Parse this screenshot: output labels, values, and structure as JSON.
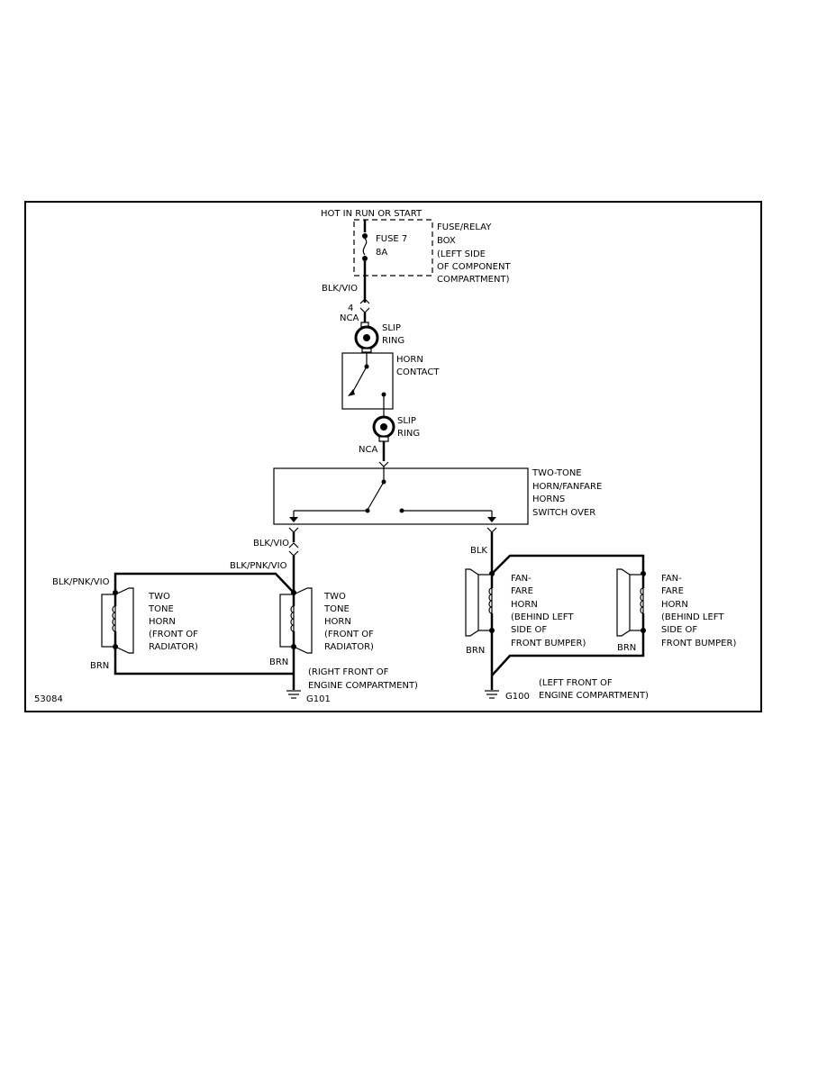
{
  "header": {
    "hot_label": "HOT IN RUN OR START",
    "figure_id": "53084"
  },
  "fuse": {
    "label1": "FUSE 7",
    "label2": "8A",
    "box_lines": [
      "FUSE/RELAY",
      "BOX",
      "(LEFT SIDE",
      "OF COMPONENT",
      "COMPARTMENT)"
    ]
  },
  "wires": {
    "top": "BLK/VIO",
    "connector_pin": "4",
    "connector_top": "NCA",
    "connector_bottom": "NCA",
    "left_branch": "BLK/VIO",
    "left_main": "BLK/PNK/VIO",
    "left_outer": "BLK/PNK/VIO",
    "right_branch": "BLK",
    "brn": "BRN"
  },
  "slip_ring": {
    "top_lines": [
      "SLIP",
      "RING"
    ],
    "bottom_lines": [
      "SLIP",
      "RING"
    ]
  },
  "horn_contact": {
    "lines": [
      "HORN",
      "CONTACT"
    ]
  },
  "switch": {
    "lines": [
      "TWO-TONE",
      "HORN/FANFARE",
      "HORNS",
      "SWITCH OVER"
    ]
  },
  "two_tone_horn": {
    "lines": [
      "TWO",
      "TONE",
      "HORN",
      "(FRONT OF",
      "RADIATOR)"
    ]
  },
  "fanfare_horn_left": {
    "lines": [
      "FAN-",
      "FARE",
      "HORN",
      "(BEHIND LEFT",
      "SIDE OF",
      "FRONT BUMPER)"
    ]
  },
  "fanfare_horn_right": {
    "lines": [
      "FAN-",
      "FARE",
      "HORN",
      "(BEHIND LEFT",
      "SIDE OF",
      "FRONT BUMPER)"
    ]
  },
  "grounds": {
    "g101": "G101",
    "g101_loc": [
      "(RIGHT FRONT OF",
      "ENGINE COMPARTMENT)"
    ],
    "g100": "G100",
    "g100_loc": [
      "(LEFT FRONT OF",
      "ENGINE COMPARTMENT)"
    ]
  }
}
